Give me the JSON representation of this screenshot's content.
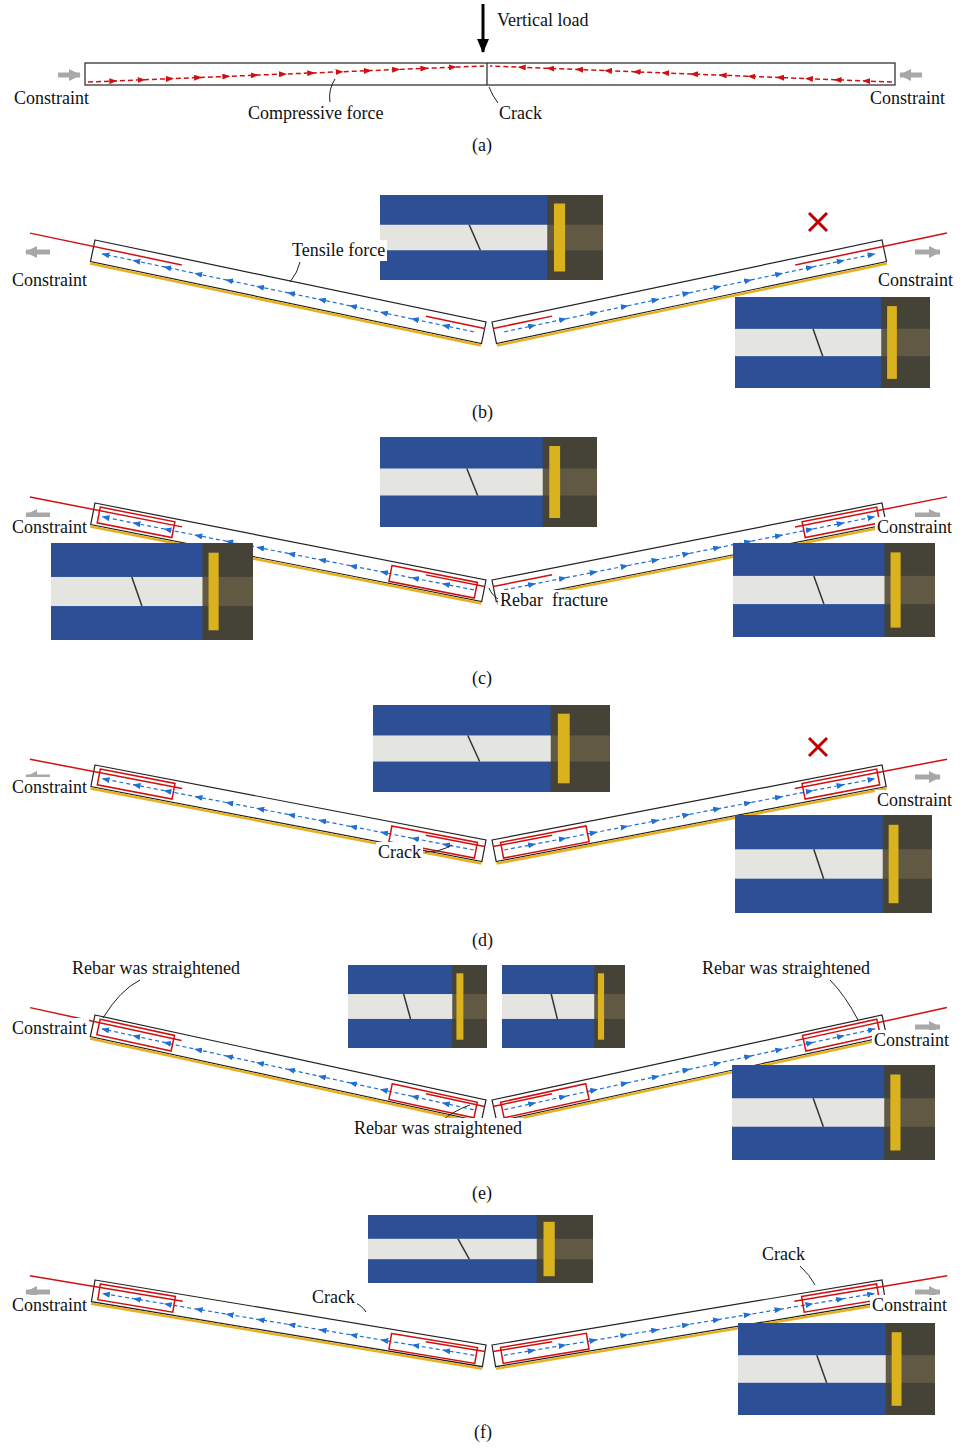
{
  "diagram": {
    "labels": [
      "Vertical load",
      "Constraint",
      "Compressive force",
      "Crack",
      "Constraint",
      "(a)",
      "Constraint",
      "Tensile force",
      "Constraint",
      "(b)",
      "Constraint",
      "Rebar  fracture",
      "Constraint",
      "(c)",
      "Constraint",
      "Crack",
      "Constraint",
      "(d)",
      "Rebar was straightened",
      "Rebar was straightened",
      "Constraint",
      "Constraint",
      "Rebar was straightened",
      "(e)",
      "Constraint",
      "Crack",
      "Crack",
      "Constraint",
      "(f)"
    ]
  }
}
